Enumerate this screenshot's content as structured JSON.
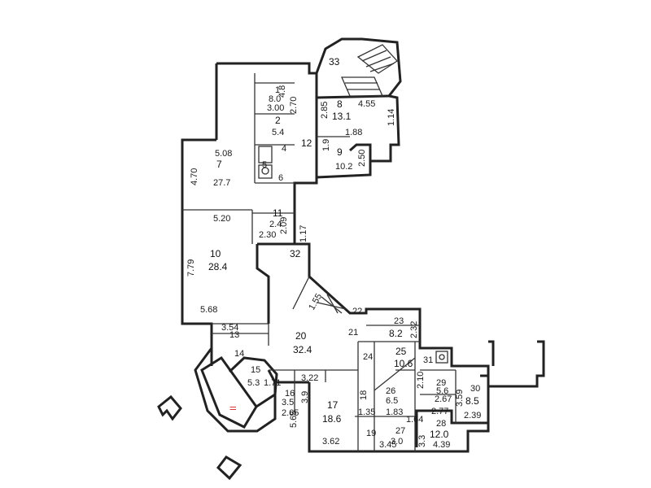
{
  "labels": [
    {
      "id": "r33",
      "t": "33"
    },
    {
      "id": "r1",
      "t": "1"
    },
    {
      "id": "r1a",
      "t": "8.0"
    },
    {
      "id": "r1b",
      "t": "3.00"
    },
    {
      "id": "r1c",
      "t": "2.70"
    },
    {
      "id": "r1d",
      "t": "4.8"
    },
    {
      "id": "r8",
      "t": "8"
    },
    {
      "id": "r8a",
      "t": "4.55"
    },
    {
      "id": "r8b",
      "t": "13.1"
    },
    {
      "id": "r8c",
      "t": "2.85"
    },
    {
      "id": "r8d",
      "t": "1.14"
    },
    {
      "id": "r2",
      "t": "2"
    },
    {
      "id": "r2a",
      "t": "5.4"
    },
    {
      "id": "r12",
      "t": "12"
    },
    {
      "id": "r9",
      "t": "9"
    },
    {
      "id": "r9a",
      "t": "10.2"
    },
    {
      "id": "r9b",
      "t": "1.88"
    },
    {
      "id": "r9c",
      "t": "2.50"
    },
    {
      "id": "r9d",
      "t": "1.9"
    },
    {
      "id": "r7",
      "t": "7"
    },
    {
      "id": "r7a",
      "t": "5.08"
    },
    {
      "id": "r7b",
      "t": "27.7"
    },
    {
      "id": "r7c",
      "t": "4.70"
    },
    {
      "id": "r4",
      "t": "4"
    },
    {
      "id": "r5",
      "t": "5"
    },
    {
      "id": "r6",
      "t": "6"
    },
    {
      "id": "r11",
      "t": "11"
    },
    {
      "id": "r11a",
      "t": "2.4"
    },
    {
      "id": "r11b",
      "t": "2.30"
    },
    {
      "id": "r11c",
      "t": "2.09"
    },
    {
      "id": "r11d",
      "t": "1.17"
    },
    {
      "id": "r10",
      "t": "10"
    },
    {
      "id": "r10a",
      "t": "5.20"
    },
    {
      "id": "r10b",
      "t": "28.4"
    },
    {
      "id": "r10c",
      "t": "7.79"
    },
    {
      "id": "r32",
      "t": "32"
    },
    {
      "id": "r155",
      "t": "1.55"
    },
    {
      "id": "r568",
      "t": "5.68"
    },
    {
      "id": "r13a",
      "t": "3.54"
    },
    {
      "id": "r13",
      "t": "13"
    },
    {
      "id": "r20",
      "t": "20"
    },
    {
      "id": "r20a",
      "t": "32.4"
    },
    {
      "id": "r14",
      "t": "14"
    },
    {
      "id": "r15",
      "t": "15"
    },
    {
      "id": "r15a",
      "t": "5.3"
    },
    {
      "id": "r15b",
      "t": "1.71"
    },
    {
      "id": "r22",
      "t": "22"
    },
    {
      "id": "r23",
      "t": "23"
    },
    {
      "id": "r23a",
      "t": "8.2"
    },
    {
      "id": "r23b",
      "t": "2.32"
    },
    {
      "id": "r21",
      "t": "21"
    },
    {
      "id": "r24",
      "t": "24"
    },
    {
      "id": "r25",
      "t": "25"
    },
    {
      "id": "r25a",
      "t": "10.6"
    },
    {
      "id": "r31",
      "t": "31"
    },
    {
      "id": "r322",
      "t": "3.22"
    },
    {
      "id": "r16",
      "t": "16"
    },
    {
      "id": "r16a",
      "t": "3.5"
    },
    {
      "id": "r16b",
      "t": "2.65"
    },
    {
      "id": "r16c",
      "t": "3.9"
    },
    {
      "id": "r17",
      "t": "17"
    },
    {
      "id": "r17a",
      "t": "18.6"
    },
    {
      "id": "r17b",
      "t": "5.65"
    },
    {
      "id": "r18",
      "t": "18"
    },
    {
      "id": "r18a",
      "t": "1.35"
    },
    {
      "id": "r26",
      "t": "26"
    },
    {
      "id": "r26a",
      "t": "6.5"
    },
    {
      "id": "r26b",
      "t": "1.83"
    },
    {
      "id": "r29",
      "t": "29"
    },
    {
      "id": "r29a",
      "t": "5.6"
    },
    {
      "id": "r29b",
      "t": "2.67"
    },
    {
      "id": "r29c",
      "t": "2.10"
    },
    {
      "id": "r30",
      "t": "30"
    },
    {
      "id": "r30a",
      "t": "8.5"
    },
    {
      "id": "r30b",
      "t": "2.39"
    },
    {
      "id": "r30c",
      "t": "3.59"
    },
    {
      "id": "r277",
      "t": "2.77"
    },
    {
      "id": "r164",
      "t": "1.64"
    },
    {
      "id": "r28",
      "t": "28"
    },
    {
      "id": "r28a",
      "t": "12.0"
    },
    {
      "id": "r28b",
      "t": "4.39"
    },
    {
      "id": "r28c",
      "t": "3.3"
    },
    {
      "id": "r19",
      "t": "19"
    },
    {
      "id": "r27",
      "t": "27"
    },
    {
      "id": "r27a",
      "t": "3.0"
    },
    {
      "id": "r362",
      "t": "3.62"
    },
    {
      "id": "r345",
      "t": "3.45"
    },
    {
      "id": "rII",
      "t": "II"
    }
  ]
}
